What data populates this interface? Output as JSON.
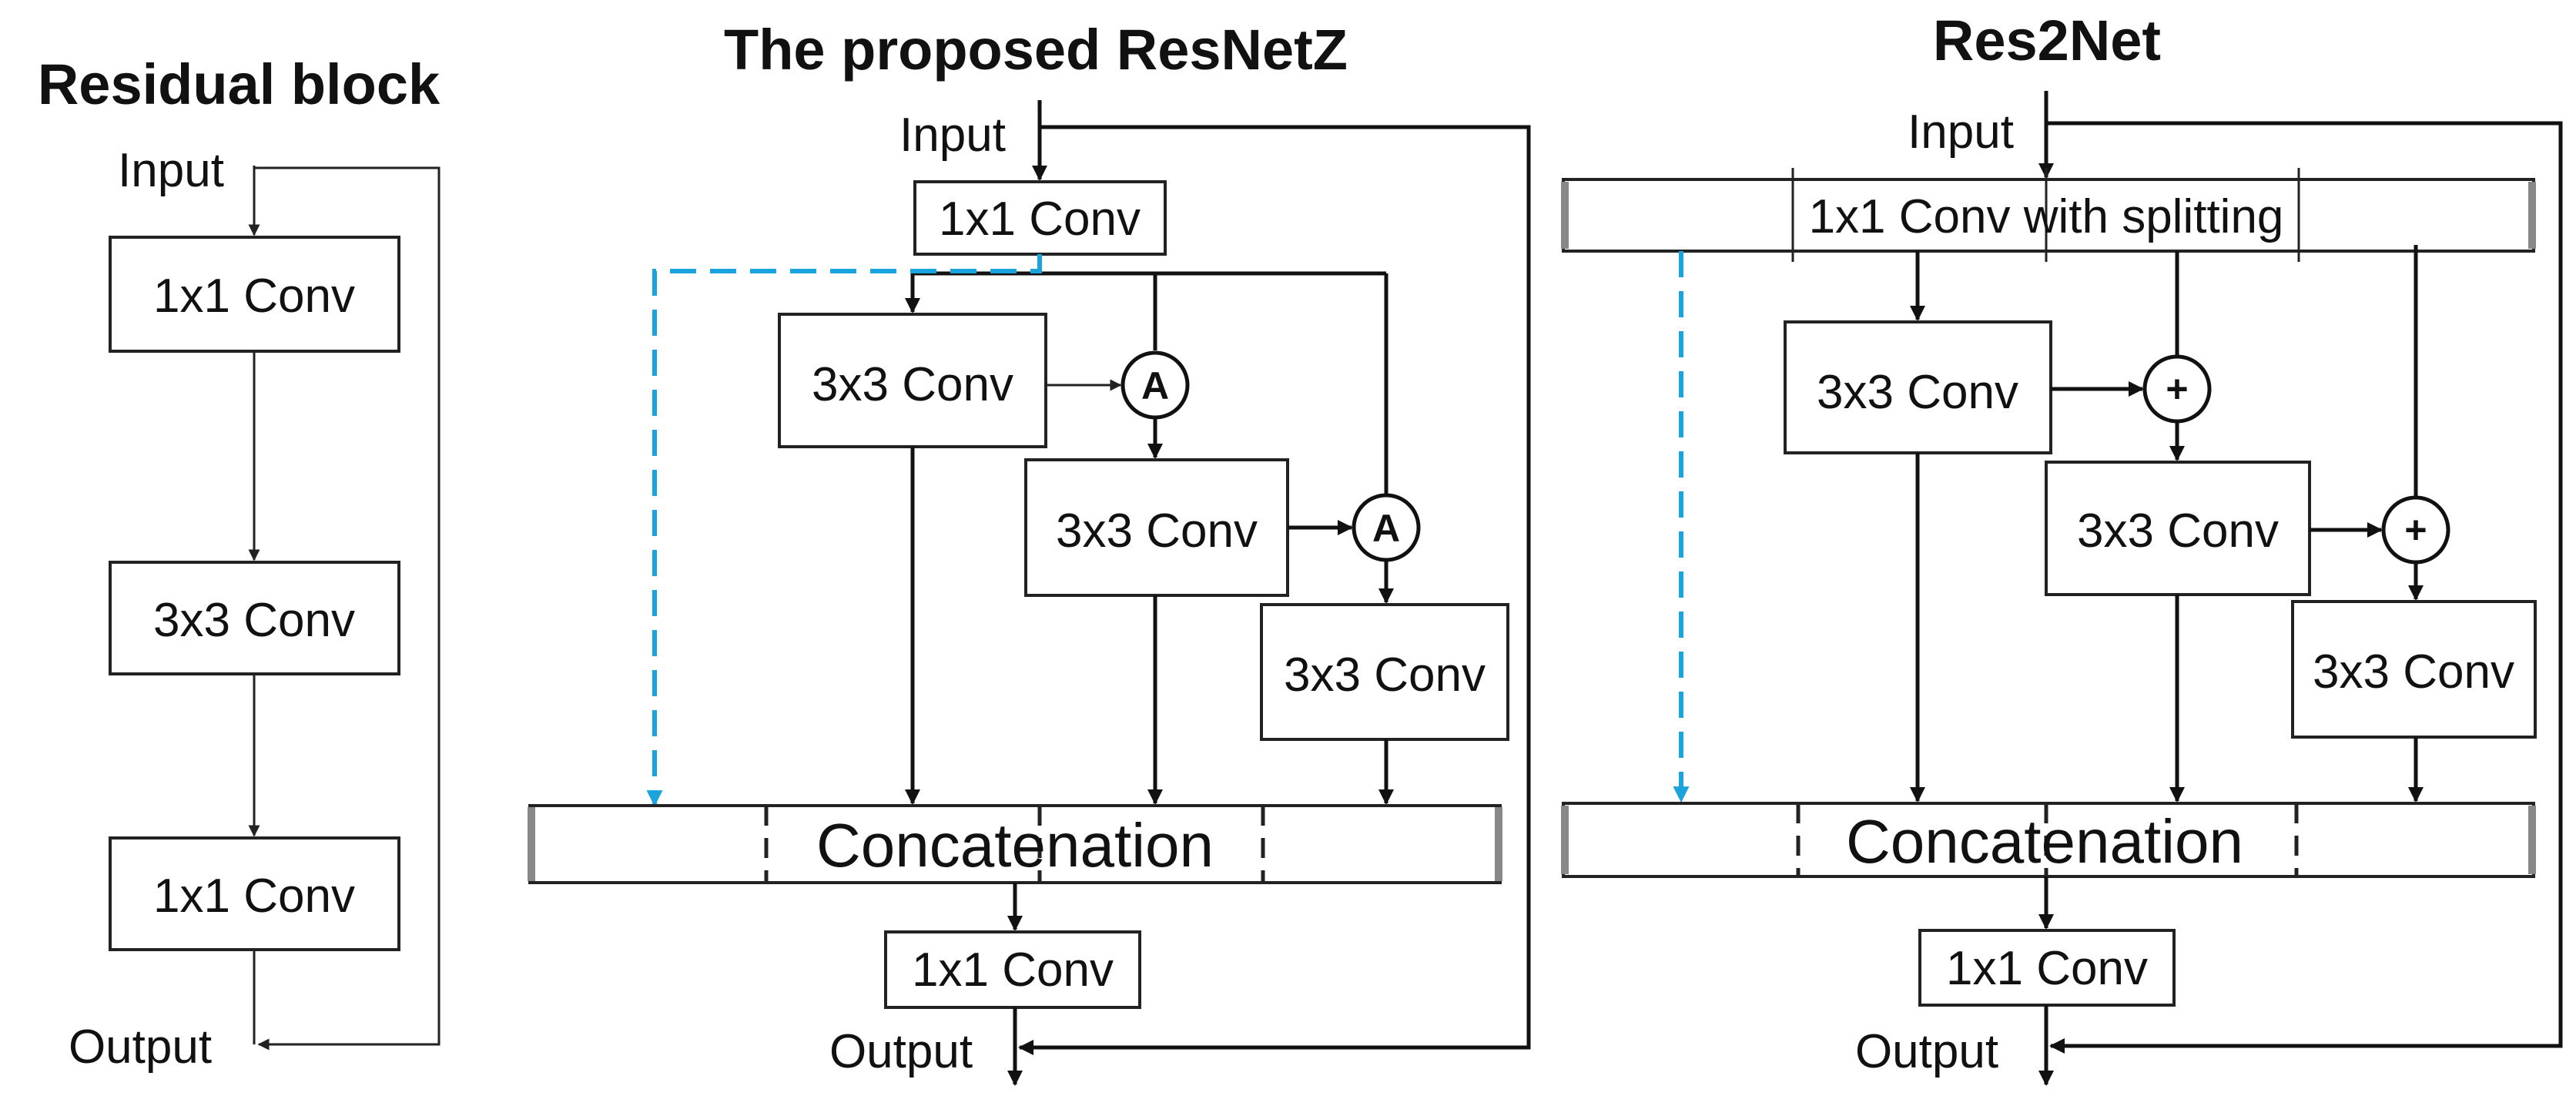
{
  "panels": {
    "residual": {
      "title": "Residual block",
      "input": "Input",
      "output": "Output",
      "conv1": "1x1 Conv",
      "conv2": "3x3 Conv",
      "conv3": "1x1 Conv"
    },
    "resnetz": {
      "title": "The proposed ResNetZ",
      "input": "Input",
      "output": "Output",
      "conv_in": "1x1 Conv",
      "conv_a": "3x3 Conv",
      "conv_b": "3x3 Conv",
      "conv_c": "3x3 Conv",
      "op1": "A",
      "op2": "A",
      "concat": "Concatenation",
      "conv_out": "1x1 Conv"
    },
    "res2net": {
      "title": "Res2Net",
      "input": "Input",
      "output": "Output",
      "conv_split": "1x1 Conv with splitting",
      "conv_a": "3x3 Conv",
      "conv_b": "3x3 Conv",
      "conv_c": "3x3 Conv",
      "op1": "+",
      "op2": "+",
      "concat": "Concatenation",
      "conv_out": "1x1 Conv"
    }
  },
  "colors": {
    "identity_dashed_path": "#1aa3dc",
    "lines": "#111111"
  }
}
